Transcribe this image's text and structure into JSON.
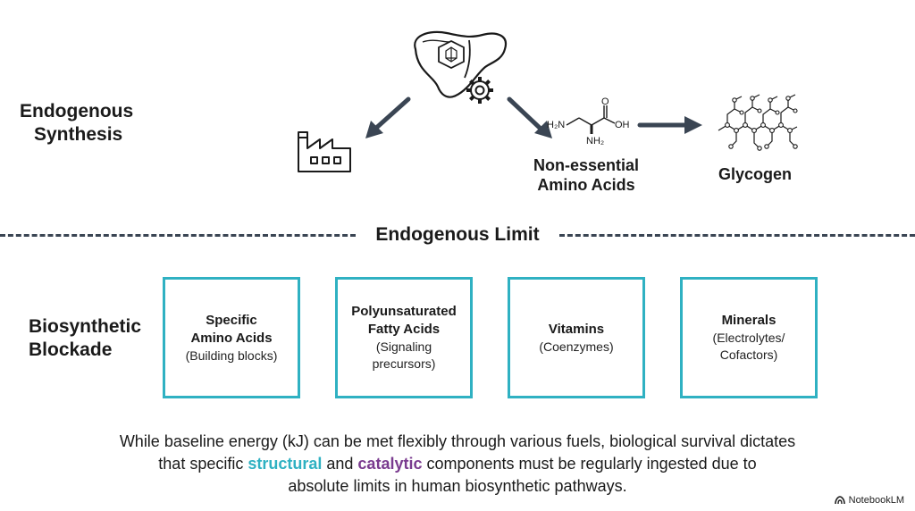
{
  "top_section": {
    "label_line1": "Endogenous",
    "label_line2": "Synthesis",
    "non_essential_line1": "Non-essential",
    "non_essential_line2": "Amino Acids",
    "glycogen_label": "Glycogen",
    "molecule_labels": {
      "h2n": "H₂N",
      "oh": "OH",
      "o": "O",
      "nh2": "NH₂"
    }
  },
  "divider": {
    "title": "Endogenous Limit"
  },
  "bottom_section": {
    "label_line1": "Biosynthetic",
    "label_line2": "Blockade",
    "boxes": [
      {
        "title_line1": "Specific",
        "title_line2": "Amino Acids",
        "sub_line1": "(Building blocks)",
        "sub_line2": ""
      },
      {
        "title_line1": "Polyunsaturated",
        "title_line2": "Fatty Acids",
        "sub_line1": "(Signaling",
        "sub_line2": "precursors)"
      },
      {
        "title_line1": "Vitamins",
        "title_line2": "",
        "sub_line1": "(Coenzymes)",
        "sub_line2": ""
      },
      {
        "title_line1": "Minerals",
        "title_line2": "",
        "sub_line1": "(Electrolytes/",
        "sub_line2": "Cofactors)"
      }
    ]
  },
  "footer": {
    "line1": "While baseline energy (kJ) can be met flexibly through various fuels, biological survival dictates",
    "line2_pre": "that specific ",
    "structural": "structural",
    "and": " and ",
    "catalytic": "catalytic",
    "line2_post": " components must be regularly ingested due to",
    "line3": "absolute limits in human biosynthetic pathways."
  },
  "brand": {
    "name": "NotebookLM"
  },
  "colors": {
    "accent_teal": "#2fb1c2",
    "accent_purple": "#7a3b8f",
    "arrow_dark": "#3a4553"
  },
  "icons": [
    "liver-icon",
    "gear-icon",
    "factory-icon",
    "amino-acid-molecule-icon",
    "glycogen-molecule-icon"
  ]
}
